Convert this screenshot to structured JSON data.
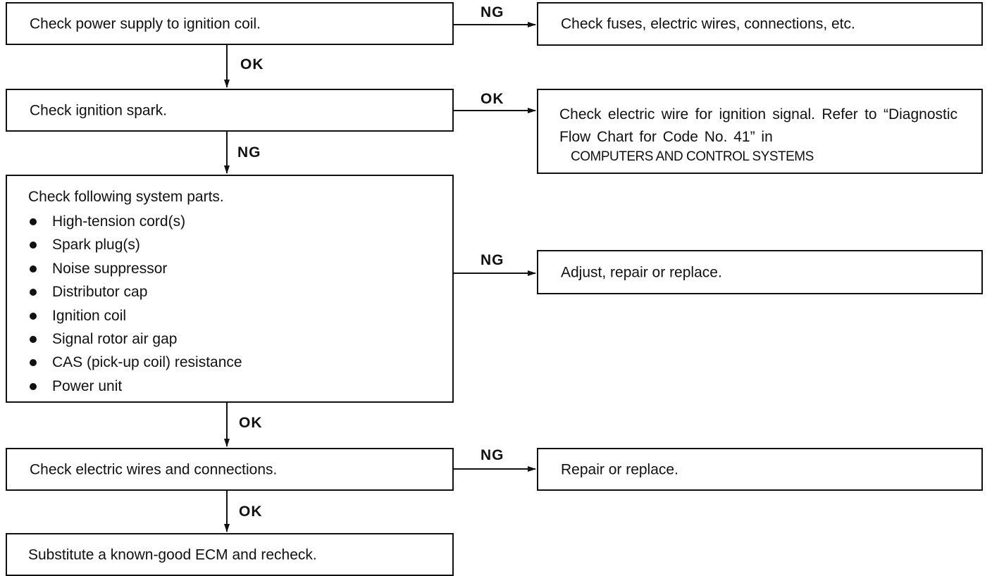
{
  "steps": [
    {
      "id": "b1",
      "text": "Check power supply to ignition coil."
    },
    {
      "id": "b2",
      "text": "Check ignition spark."
    },
    {
      "id": "b3",
      "title": "Check following system parts.",
      "items": [
        "High-tension cord(s)",
        "Spark plug(s)",
        "Noise suppressor",
        "Distributor cap",
        "Ignition coil",
        "Signal rotor air gap",
        "CAS (pick-up coil) resistance",
        "Power unit"
      ]
    },
    {
      "id": "b4",
      "text": "Check electric wires and connections."
    },
    {
      "id": "b5",
      "text": "Substitute a known-good ECM and recheck."
    }
  ],
  "results": {
    "r1": "Check fuses, electric wires, connections, etc.",
    "r2": "Check electric wire for ignition signal. Refer to “Diagnostic Flow Chart for Code No. 41” in",
    "r2_sub": "COMPUTERS AND CONTROL SYSTEMS",
    "r3": "Adjust, repair or replace.",
    "r4": "Repair or replace."
  },
  "edges": {
    "b1_r1": "NG",
    "b1_b2": "OK",
    "b2_r2": "OK",
    "b2_b3": "NG",
    "b3_r3": "NG",
    "b3_b4": "OK",
    "b4_r4": "NG",
    "b4_b5": "OK"
  }
}
